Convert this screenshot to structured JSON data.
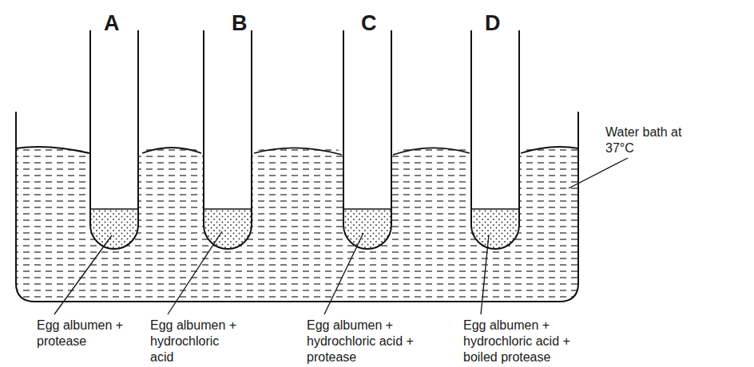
{
  "diagram": {
    "labels": [
      "A",
      "B",
      "C",
      "D",
      "Egg albumen + protease",
      "Egg albumen + hydrochloric acid",
      "Egg albumen + hydrochloric acid + protease",
      "Egg albumen + hydrochloric acid + boiled protease",
      "Water bath at 37°C"
    ]
  }
}
